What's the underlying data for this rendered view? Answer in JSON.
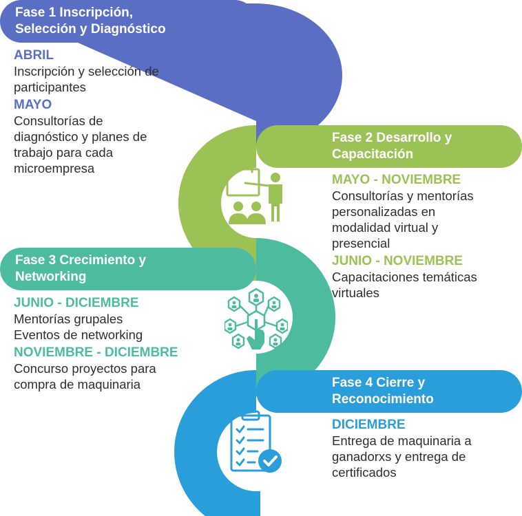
{
  "colors": {
    "phase1": "#5a6ec4",
    "phase2": "#9cc255",
    "phase3": "#4dbba0",
    "phase4": "#2a9ddb",
    "text": "#2f2f2f"
  },
  "phases": [
    {
      "title_line1": "Fase 1 Inscripción,",
      "title_line2": "Selección y Diagnóstico",
      "icon": "id-card-touch-icon",
      "items": [
        {
          "period": "ABRIL",
          "desc": "Inscripción y selección de\nparticipantes"
        },
        {
          "period": "MAYO",
          "desc": "Consultorías de\ndiagnóstico y planes de\ntrabajo para cada\nmicroempresa"
        }
      ]
    },
    {
      "title_line1": "Fase 2 Desarrollo y",
      "title_line2": "Capacitación",
      "icon": "presentation-board-icon",
      "items": [
        {
          "period": "MAYO - NOVIEMBRE",
          "desc": "Consultorías y mentorías\npersonalizadas en\nmodalidad virtual y\npresencial"
        },
        {
          "period": "JUNIO - NOVIEMBRE",
          "desc": "Capacitaciones temáticas\nvirtuales"
        }
      ]
    },
    {
      "title_line1": "Fase 3 Crecimiento y",
      "title_line2": "Networking",
      "icon": "network-hexagons-icon",
      "items": [
        {
          "period": "JUNIO - DICIEMBRE",
          "desc": "Mentorías grupales\nEventos de networking"
        },
        {
          "period": "NOVIEMBRE - DICIEMBRE",
          "desc": "Concurso proyectos para\ncompra de maquinaria"
        }
      ]
    },
    {
      "title_line1": "Fase 4 Cierre y",
      "title_line2": "Reconocimiento",
      "icon": "clipboard-check-icon",
      "items": [
        {
          "period": "DICIEMBRE",
          "desc": "Entrega de maquinaria a\nganadorxs y entrega de\ncertificados"
        }
      ]
    }
  ]
}
